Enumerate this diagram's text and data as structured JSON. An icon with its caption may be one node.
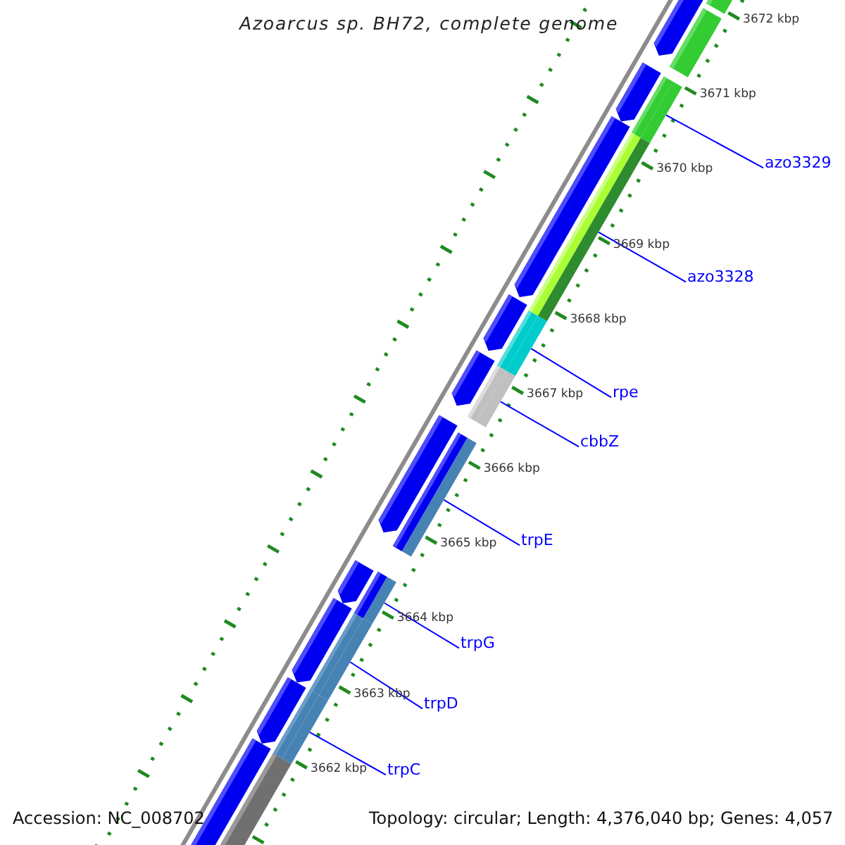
{
  "diagram": {
    "title": "Azoarcus sp. BH72, complete genome",
    "nodes": [
      {
        "text": [
          "azo3329"
        ]
      },
      {
        "text": [
          "azo3328"
        ]
      },
      {
        "text": [
          "rpe"
        ]
      },
      {
        "text": [
          "cbbZ"
        ]
      },
      {
        "text": [
          "trpE"
        ]
      },
      {
        "text": [
          "trpG"
        ]
      },
      {
        "text": [
          "trpD"
        ]
      },
      {
        "text": [
          "trpC"
        ]
      },
      {
        "text": [],
        "shape": "bar"
      },
      {
        "text": [],
        "shape": "bar"
      },
      {
        "text": [],
        "shape": "bar"
      },
      {
        "text": [],
        "shape": "bar"
      },
      {
        "text": [],
        "shape": "bar"
      },
      {
        "text": [],
        "shape": "bar"
      },
      {
        "text": [],
        "shape": "bar"
      },
      {
        "text": [],
        "shape": "bar"
      }
    ],
    "edges": [
      {
        "from": 0,
        "to": 8,
        "arrow": "none"
      },
      {
        "from": 1,
        "to": 9,
        "arrow": "none"
      },
      {
        "from": 2,
        "to": 10,
        "arrow": "none"
      },
      {
        "from": 3,
        "to": 11,
        "arrow": "none"
      },
      {
        "from": 4,
        "to": 12,
        "arrow": "none"
      },
      {
        "from": 5,
        "to": 13,
        "arrow": "none"
      },
      {
        "from": 6,
        "to": 14,
        "arrow": "none"
      },
      {
        "from": 7,
        "to": 15,
        "arrow": "none"
      }
    ],
    "labels": [
      "3672 kbp",
      "3671 kbp",
      "3670 kbp",
      "3669 kbp",
      "3668 kbp",
      "3667 kbp",
      "3666 kbp",
      "3665 kbp",
      "3664 kbp",
      "3663 kbp",
      "3662 kbp",
      "Accession: NC_008702",
      "Topology: circular; Length: 4,376,040 bp; Genes: 4,057"
    ]
  }
}
